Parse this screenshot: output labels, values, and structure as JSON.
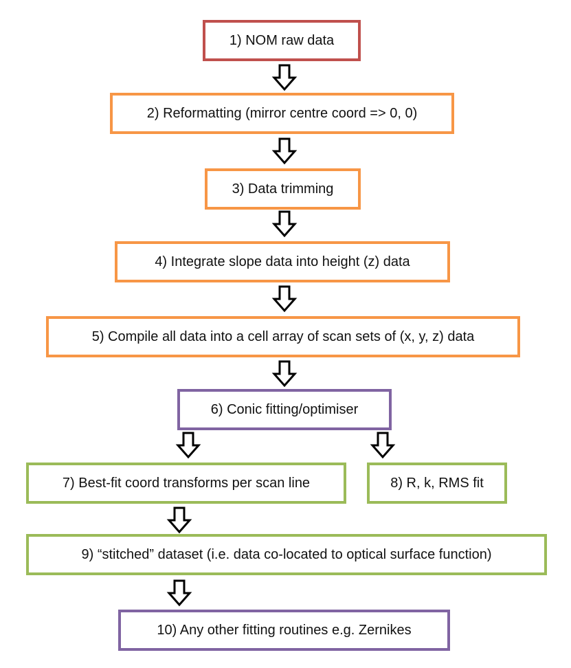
{
  "colors": {
    "red": "#c0504d",
    "orange": "#f79646",
    "purple": "#8064a2",
    "green": "#9bbb59",
    "arrow": "#000000"
  },
  "steps": [
    {
      "label": "1) NOM raw data",
      "color": "red"
    },
    {
      "label": "2) Reformatting (mirror centre coord => 0, 0)",
      "color": "orange"
    },
    {
      "label": "3) Data trimming",
      "color": "orange"
    },
    {
      "label": "4) Integrate slope data into height (z) data",
      "color": "orange"
    },
    {
      "label": "5) Compile all data into a cell array of scan sets of (x, y, z) data",
      "color": "orange"
    },
    {
      "label": "6) Conic fitting/optimiser",
      "color": "purple"
    },
    {
      "label": "7) Best-fit coord transforms per scan line",
      "color": "green"
    },
    {
      "label": "8) R, k, RMS fit",
      "color": "green"
    },
    {
      "label": "9) “stitched” dataset (i.e. data co-located to optical surface function)",
      "color": "green"
    },
    {
      "label": "10) Any other fitting routines e.g. Zernikes",
      "color": "purple"
    }
  ]
}
